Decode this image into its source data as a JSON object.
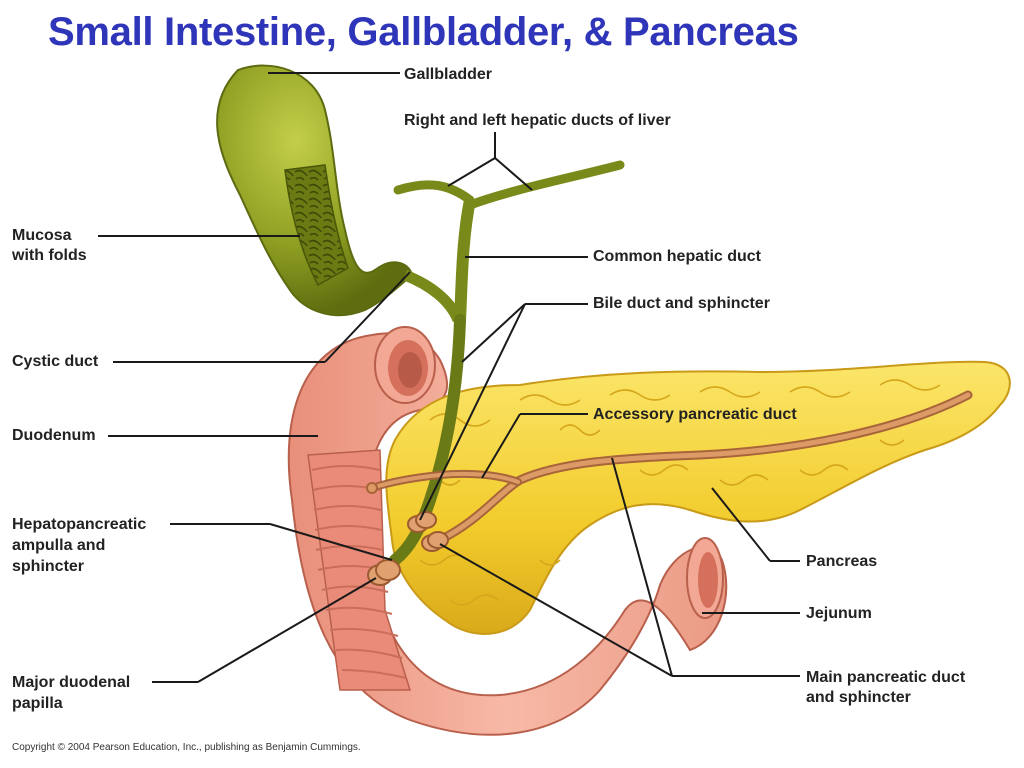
{
  "title": "Small Intestine, Gallbladder, & Pancreas",
  "labels": {
    "gallbladder": "Gallbladder",
    "hepatic_ducts": "Right and left hepatic ducts of liver",
    "mucosa_line1": "Mucosa",
    "mucosa_line2": "with folds",
    "common_hepatic_duct": "Common hepatic duct",
    "bile_duct": "Bile duct and sphincter",
    "cystic_duct": "Cystic duct",
    "accessory_pancreatic_duct": "Accessory pancreatic duct",
    "duodenum": "Duodenum",
    "hepatopancreatic_line1": "Hepatopancreatic",
    "hepatopancreatic_line2": "ampulla and",
    "hepatopancreatic_line3": "sphincter",
    "pancreas": "Pancreas",
    "jejunum": "Jejunum",
    "major_papilla_line1": "Major duodenal",
    "major_papilla_line2": "papilla",
    "main_duct_line1": "Main pancreatic duct",
    "main_duct_line2": "and sphincter"
  },
  "copyright": "Copyright © 2004 Pearson Education, Inc., publishing as Benjamin Cummings.",
  "colors": {
    "title": "#2f35b8",
    "gallbladder": "#8a9a1e",
    "pancreas": "#f3d23a",
    "duodenum": "#f0a08c",
    "duct": "#d28a52"
  }
}
